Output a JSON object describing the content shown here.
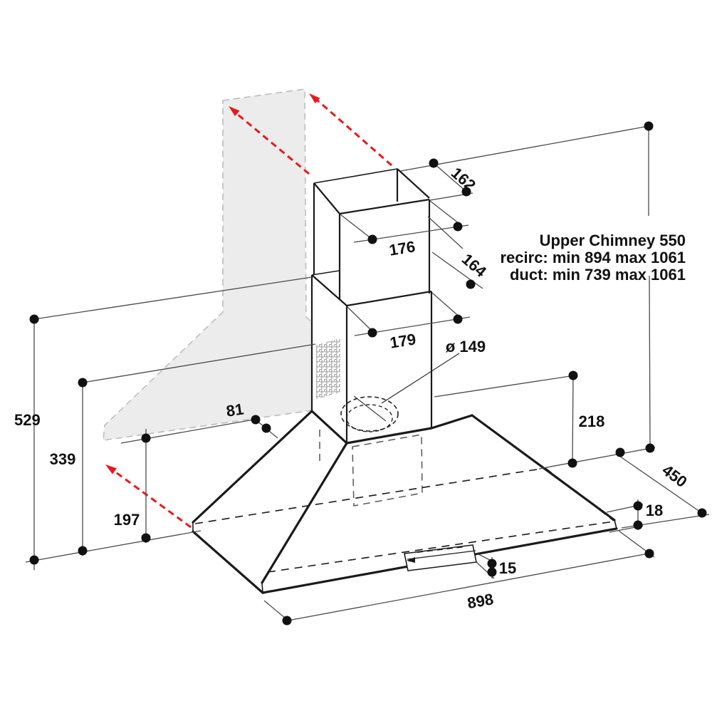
{
  "drawing": {
    "type": "technical dimension diagram",
    "product": "wall-mounted chimney cooker hood"
  },
  "annotation": {
    "line1": "Upper Chimney 550",
    "line2": "recirc: min 894 max 1061",
    "line3": "duct: min 739 max 1061"
  },
  "dimensions": {
    "chimney_top_depth": "162",
    "chimney_top_width": "176",
    "chimney_joint_depth": "164",
    "chimney_joint_width": "179",
    "duct_diameter": "ø 149",
    "wall_offset": "81",
    "height_to_joint": "529",
    "height_to_vent": "339",
    "height_to_rim": "197",
    "canopy_height": "218",
    "hood_depth": "450",
    "rim_thickness": "18",
    "panel_height": "15",
    "hood_width": "898"
  },
  "colors": {
    "accent_red": "#e8191c",
    "silhouette_gray": "#ececec",
    "line_black": "#1a1a1a"
  }
}
